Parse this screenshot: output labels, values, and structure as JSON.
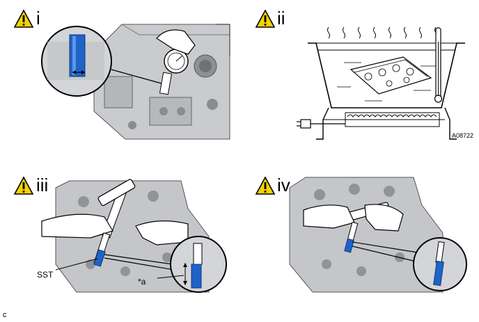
{
  "panels": [
    {
      "numeral": "i"
    },
    {
      "numeral": "ii",
      "code": "A08722"
    },
    {
      "numeral": "iii",
      "callouts": [
        "SST",
        "*a"
      ]
    },
    {
      "numeral": "iv"
    }
  ],
  "figure_letter": "C",
  "icons": {
    "warning": "warning-triangle-icon"
  },
  "colors": {
    "warning_fill": "#f5d200",
    "highlight_blue": "#1e63c8",
    "engine_gray": "#a9abae"
  }
}
